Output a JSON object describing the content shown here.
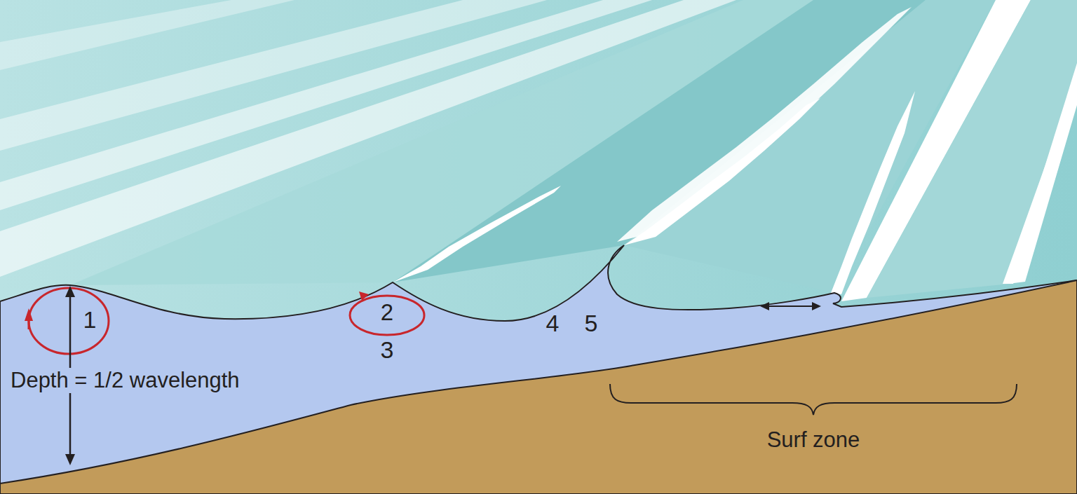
{
  "diagram": {
    "labels": [
      "1",
      "Depth = 1/2 wavelength",
      "2",
      "3",
      "4",
      "5",
      "Surf zone"
    ]
  }
}
